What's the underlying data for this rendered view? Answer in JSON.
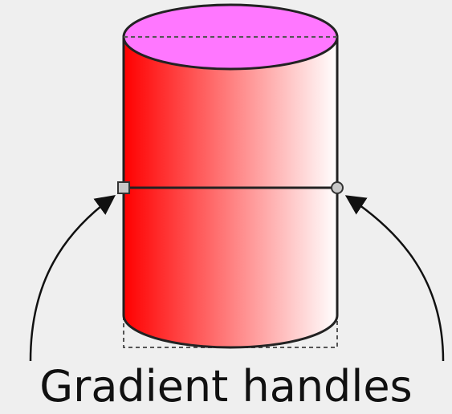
{
  "caption": "Gradient handles",
  "colors": {
    "background": "#efefef",
    "gradient_start": "#ff0000",
    "gradient_end": "#ffffff",
    "top_ellipse_fill": "#ff77ff",
    "outline": "#222222",
    "bbox_dash": "#555555",
    "start_handle_fill": "#c8c8c8",
    "end_handle_fill": "#c8c8c8"
  },
  "handles": {
    "start_shape": "square",
    "end_shape": "circle"
  }
}
